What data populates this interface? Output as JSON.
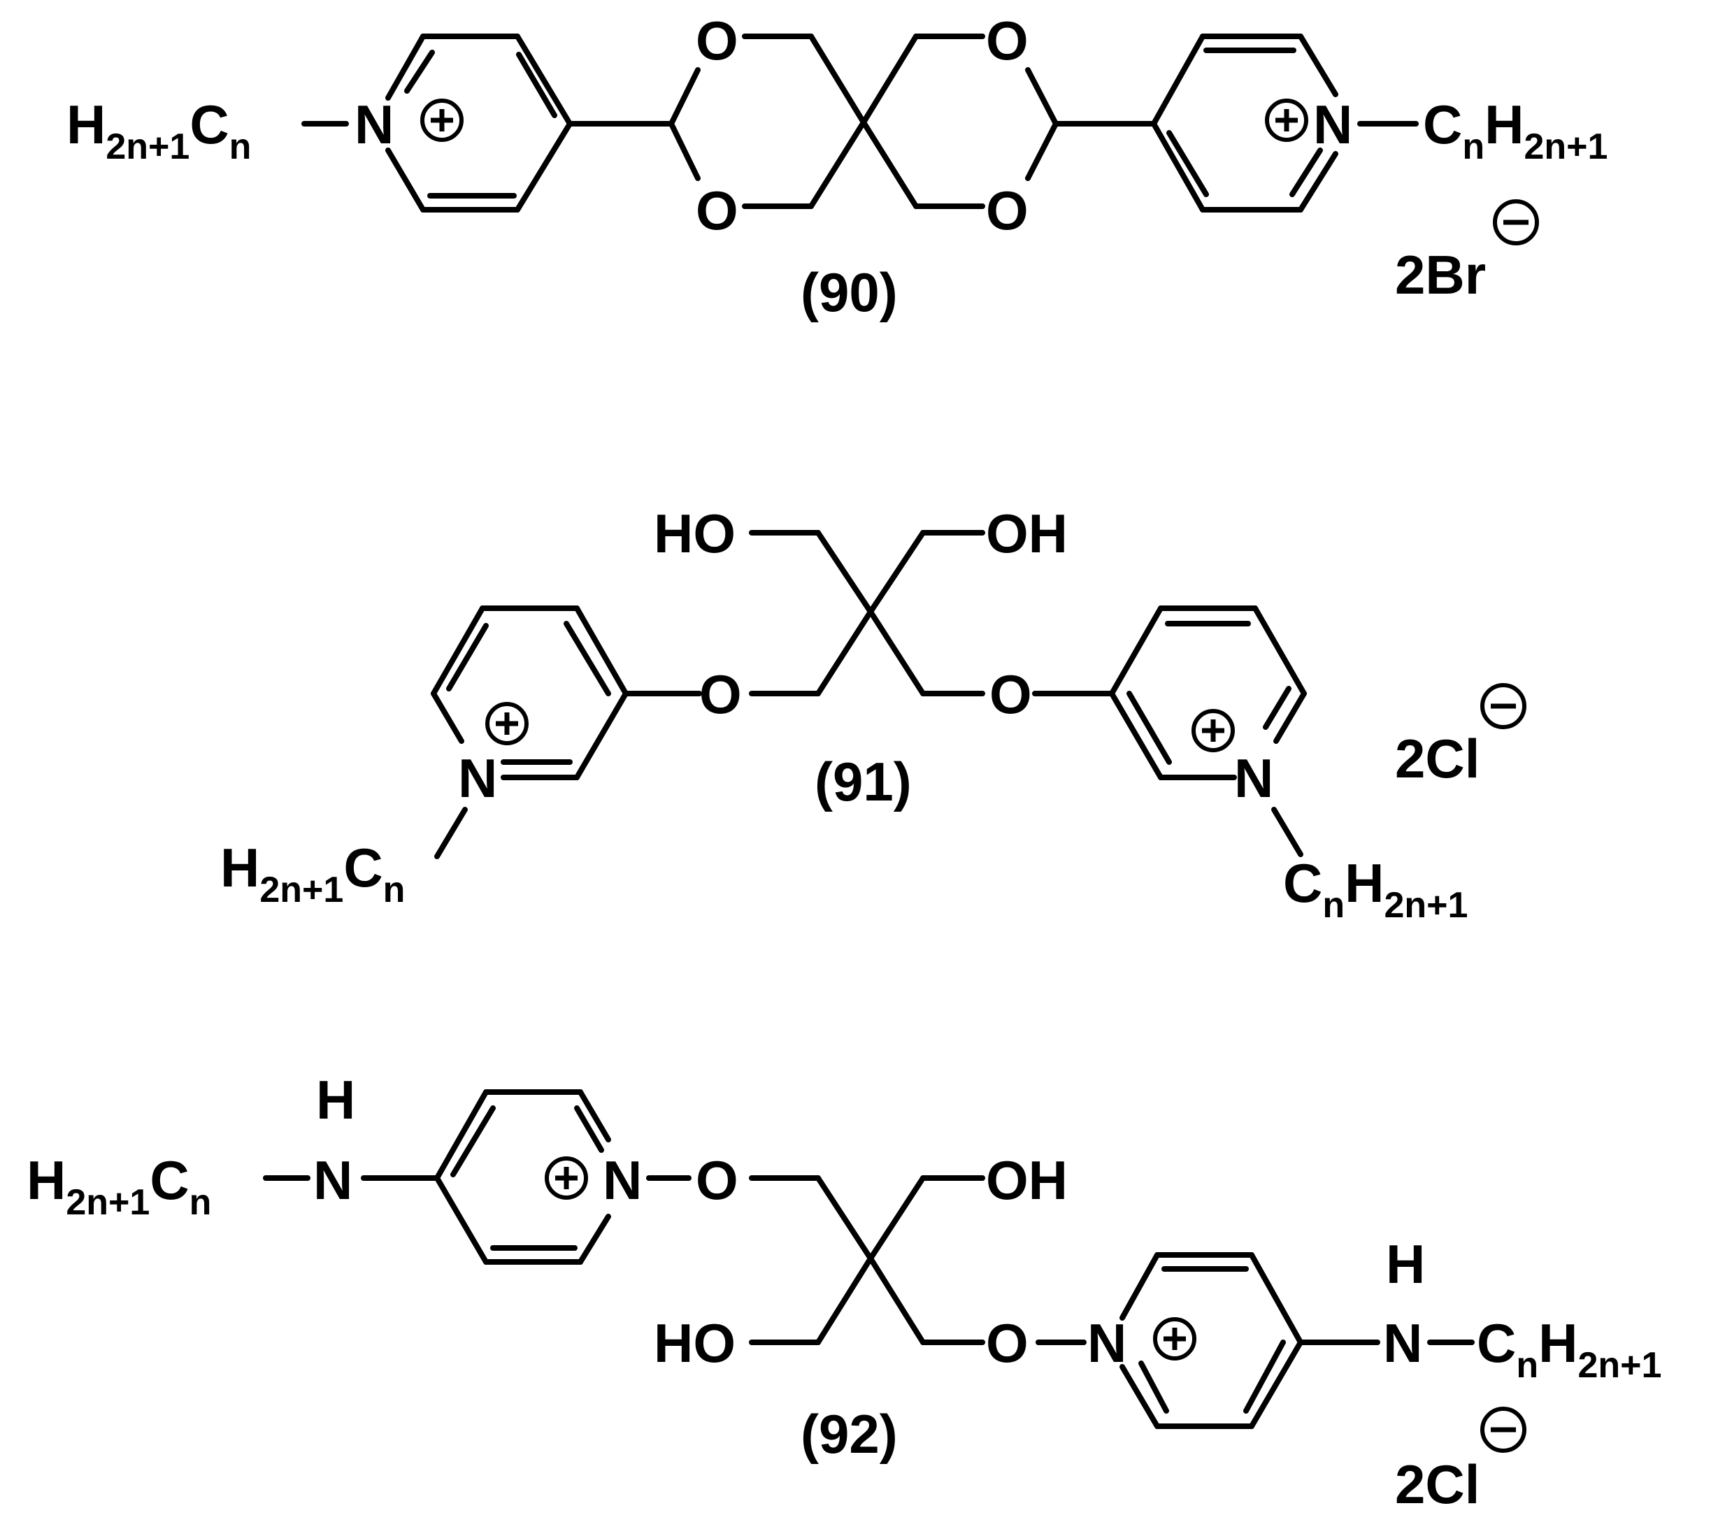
{
  "compounds": [
    {
      "label": "(90)",
      "chain_left": [
        "H",
        "2n+1",
        "C",
        "n"
      ],
      "chain_right": [
        "C",
        "n",
        "H",
        "2n+1"
      ],
      "ring_n": "N",
      "oxygens": [
        "O",
        "O",
        "O",
        "O"
      ],
      "counterion": "2Br"
    },
    {
      "label": "(91)",
      "chain_left": [
        "H",
        "2n+1",
        "C",
        "n"
      ],
      "chain_right": [
        "C",
        "n",
        "H",
        "2n+1"
      ],
      "ring_n": "N",
      "hydroxyl_left": "HO",
      "hydroxyl_right": "OH",
      "ether_o": "O",
      "counterion": "2Cl"
    },
    {
      "label": "(92)",
      "chain_left": [
        "H",
        "2n+1",
        "C",
        "n"
      ],
      "chain_right": [
        "C",
        "n",
        "H",
        "2n+1"
      ],
      "ring_n": "N",
      "amine_n": "N",
      "amine_h": "H",
      "hydroxyl_left": "HO",
      "hydroxyl_right": "OH",
      "ether_o": "O",
      "counterion": "2Cl"
    }
  ],
  "charge_symbols": {
    "plus": "+",
    "minus": "−"
  }
}
